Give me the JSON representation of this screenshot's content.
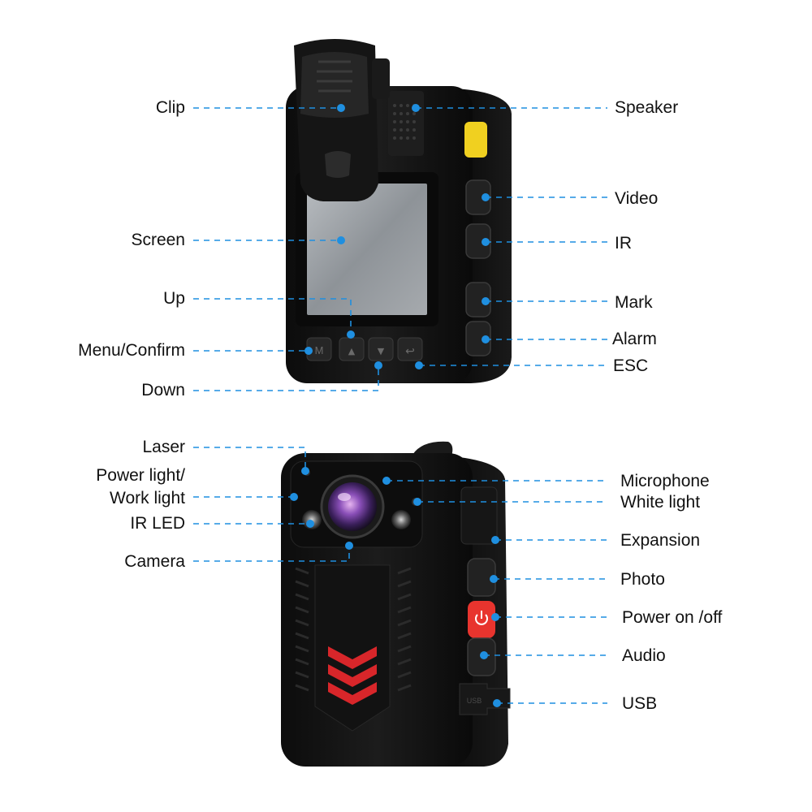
{
  "colors": {
    "leader": "#1f8fe0",
    "body": "#141414",
    "body_edge": "#2a2a2a",
    "alert_button": "#e8342e",
    "chevron": "#d8262a",
    "yellow_button": "#f0d020",
    "screen": "#9aa0a6"
  },
  "top_device": {
    "left_labels": {
      "clip": "Clip",
      "screen": "Screen",
      "up": "Up",
      "menu_confirm": "Menu/Confirm",
      "down": "Down"
    },
    "right_labels": {
      "speaker": "Speaker",
      "video": "Video",
      "ir": "IR",
      "mark": "Mark",
      "alarm": "Alarm",
      "esc": "ESC"
    },
    "button_glyphs": {
      "menu": "M",
      "up": "▲",
      "down": "▼",
      "esc": "↩"
    }
  },
  "bottom_device": {
    "left_labels": {
      "laser": "Laser",
      "power_light_line1": "Power light/",
      "power_light_line2": "Work light",
      "ir_led": "IR LED",
      "camera": "Camera"
    },
    "right_labels": {
      "microphone": "Microphone",
      "white_light": "White light",
      "expansion": "Expansion",
      "photo": "Photo",
      "power": "Power on /off",
      "audio": "Audio",
      "usb": "USB"
    },
    "usb_port_text": "USB"
  },
  "icons": {
    "clip": "belt-clip-icon",
    "power": "power-icon",
    "lens": "camera-lens-icon"
  }
}
